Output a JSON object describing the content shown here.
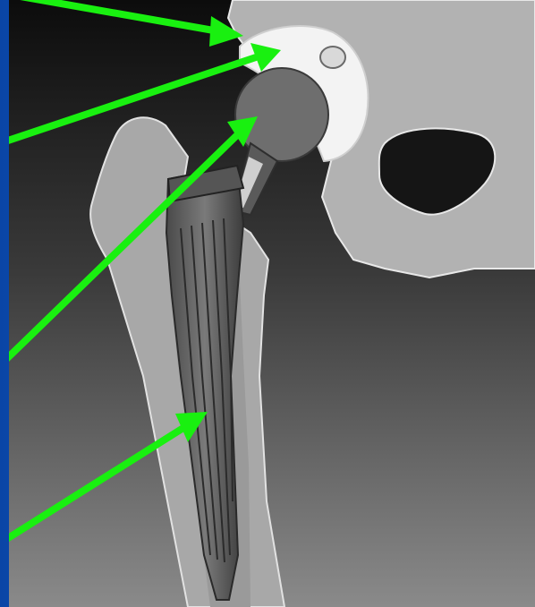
{
  "slide": {
    "background_color": "#0b4fb3",
    "arrow_color": "#19f010"
  },
  "figure": {
    "subject": "hip-prosthesis-illustration",
    "parts": [
      "pelvis",
      "acetabular-cup",
      "femoral-head",
      "femoral-stem",
      "femur"
    ],
    "pointer_arrows": 4
  }
}
